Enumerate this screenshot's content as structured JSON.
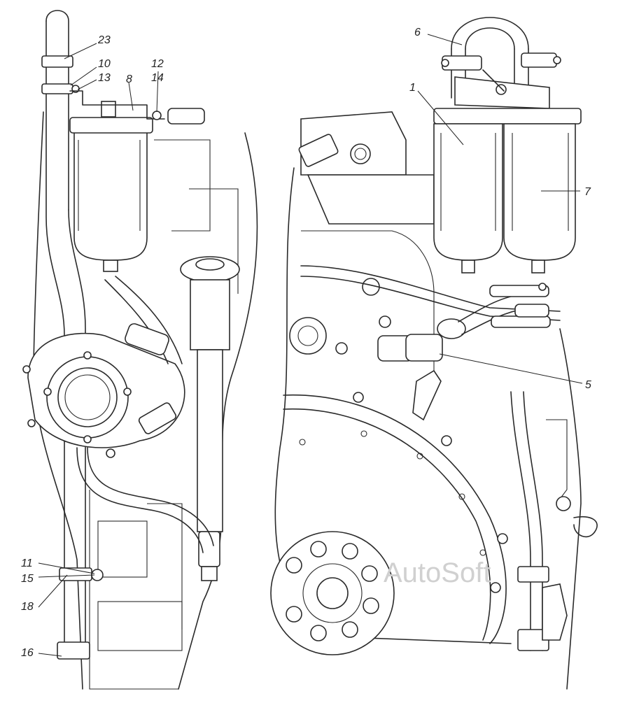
{
  "figure": {
    "callouts": [
      "23",
      "10",
      "13",
      "8",
      "12",
      "14",
      "6",
      "1",
      "7",
      "5",
      "11",
      "15",
      "18",
      "16"
    ]
  },
  "watermark": "AutoSoft"
}
